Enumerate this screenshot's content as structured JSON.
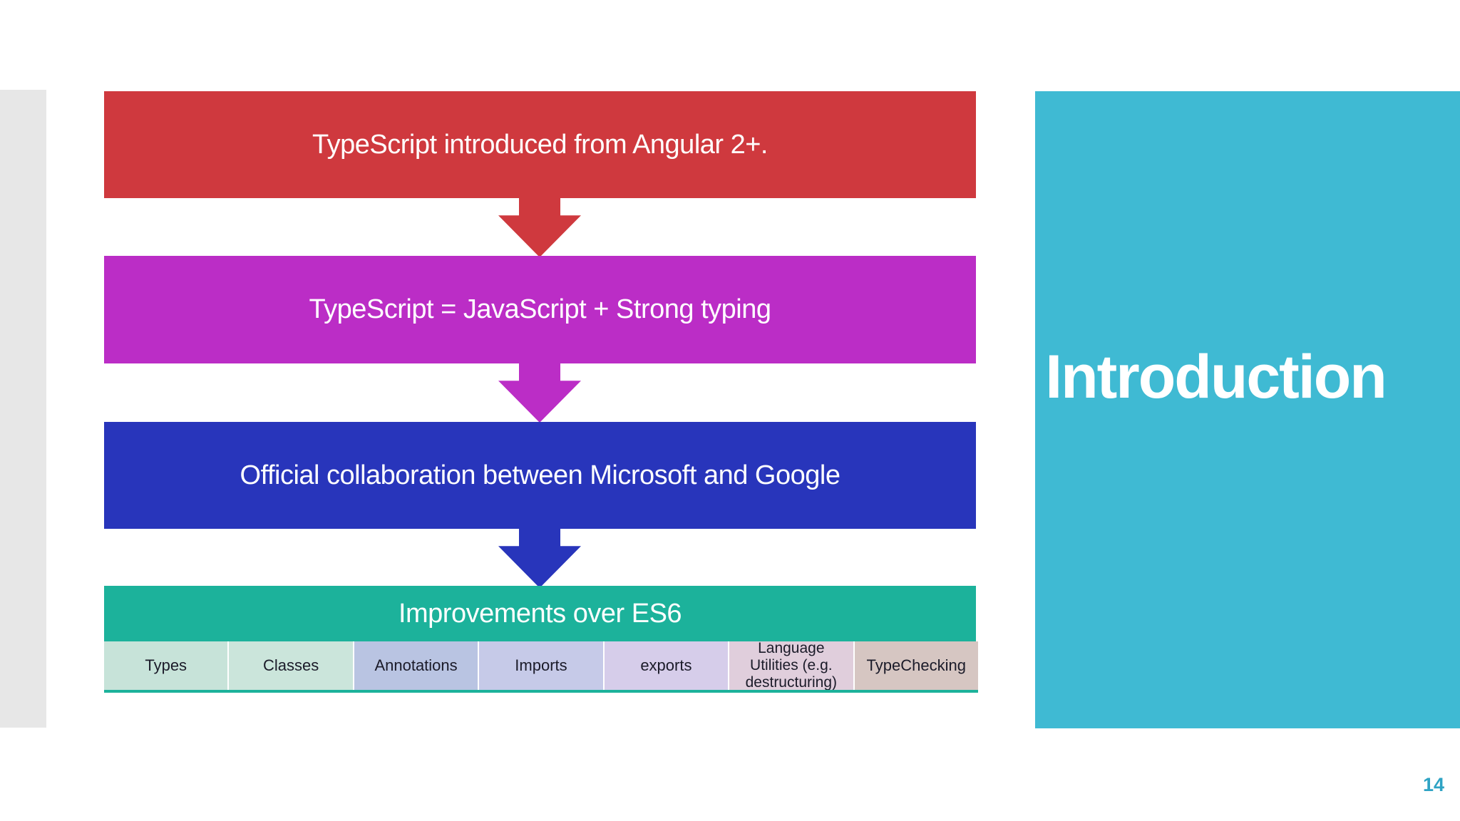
{
  "slide": {
    "page_number": "14",
    "page_number_color": "#2ea3c4",
    "background_color": "#ffffff",
    "left_strip_color": "#e7e7e7"
  },
  "section_panel": {
    "title": "Introduction",
    "background_color": "#3fbad3",
    "text_color": "#ffffff"
  },
  "flow": {
    "boxes": [
      {
        "label": "TypeScript introduced from Angular 2+.",
        "color": "#cf393e"
      },
      {
        "label": "TypeScript = JavaScript + Strong typing",
        "color": "#bb2dc6"
      },
      {
        "label": "Official collaboration between Microsoft and Google",
        "color": "#2835bb"
      },
      {
        "label": "Improvements over ES6",
        "color": "#1cb29b"
      }
    ],
    "arrows": [
      {
        "icon": "down-arrow-icon",
        "color": "#cf393e"
      },
      {
        "icon": "down-arrow-icon",
        "color": "#bb2dc6"
      },
      {
        "icon": "down-arrow-icon",
        "color": "#2835bb"
      }
    ]
  },
  "es6_features": {
    "text_color": "#1b1b29",
    "underline_color": "#1cb29b",
    "cells": [
      {
        "label": "Types",
        "color": "#c7e3d9"
      },
      {
        "label": "Classes",
        "color": "#cbe5db"
      },
      {
        "label": "Annotations",
        "color": "#b9c4e2"
      },
      {
        "label": "Imports",
        "color": "#c6cae8"
      },
      {
        "label": "exports",
        "color": "#d6cdea"
      },
      {
        "label": "Language Utilities (e.g. destructuring)",
        "color": "#e0cedc"
      },
      {
        "label": "TypeChecking",
        "color": "#d6c6c2"
      }
    ]
  }
}
